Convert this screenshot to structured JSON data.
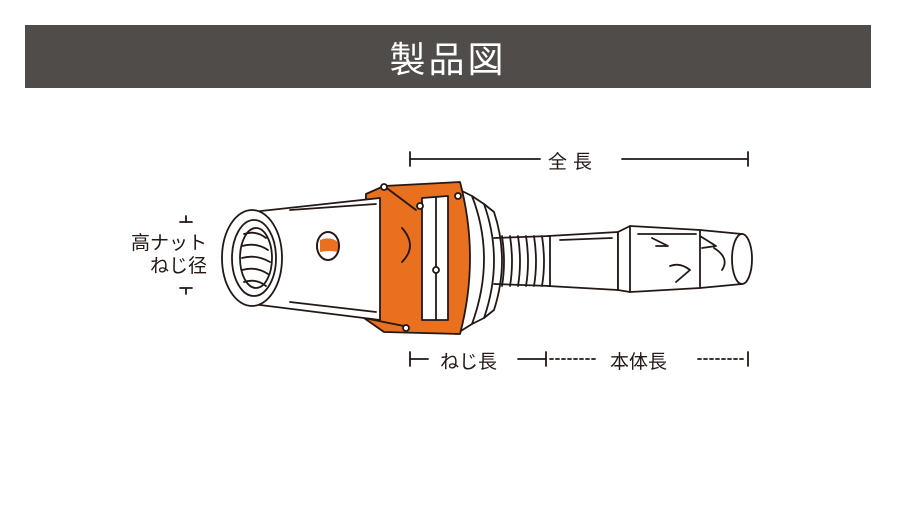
{
  "header": {
    "title": "製品図"
  },
  "labels": {
    "total_length": "全 長",
    "thread_diameter_line1": "高ナット",
    "thread_diameter_line2": "ねじ径",
    "thread_length": "ねじ長",
    "body_length": "本体長"
  },
  "colors": {
    "header_bg": "#504c4a",
    "header_text": "#ffffff",
    "accent_orange": "#e8701e",
    "line": "#231815"
  }
}
